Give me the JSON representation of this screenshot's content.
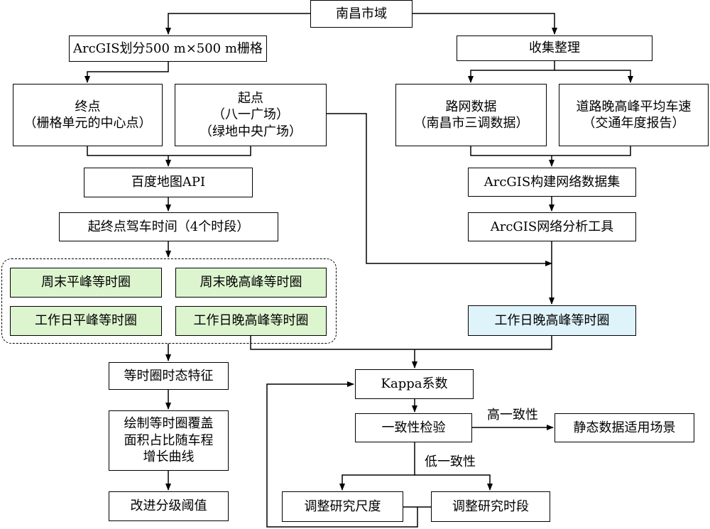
{
  "nodes": {
    "nanchang": "南昌市域",
    "arcgis_grid": "ArcGIS划分500 m×500 m栅格",
    "collect": "收集整理",
    "endpoint": "终点\n（栅格单元的中心点）",
    "startpoint": "起点\n（八一广场）\n（绿地中央广场）",
    "road_data": "路网数据\n（南昌市三调数据）",
    "speed_data": "道路晚高峰平均车速\n（交通年度报告）",
    "baidu_api": "百度地图API",
    "network_dataset": "ArcGIS构建网络数据集",
    "drive_time": "起终点驾车时间（4个时段）",
    "network_tool": "ArcGIS网络分析工具",
    "weekend_flat": "周末平峰等时圈",
    "weekend_peak": "周末晚高峰等时圈",
    "workday_flat": "工作日平峰等时圈",
    "workday_peak": "工作日晚高峰等时圈",
    "workday_peak_static": "工作日晚高峰等时圈",
    "iso_features": "等时圈时态特征",
    "kappa": "Kappa系数",
    "consistency": "一致性检验",
    "static_scene": "静态数据适用场景",
    "curve": "绘制等时圈覆盖\n面积占比随车程\n增长曲线",
    "threshold": "改进分级阈值",
    "adjust_scale": "调整研究尺度",
    "adjust_period": "调整研究时段"
  },
  "edge_labels": {
    "high": "高一致性",
    "low": "低一致性"
  }
}
